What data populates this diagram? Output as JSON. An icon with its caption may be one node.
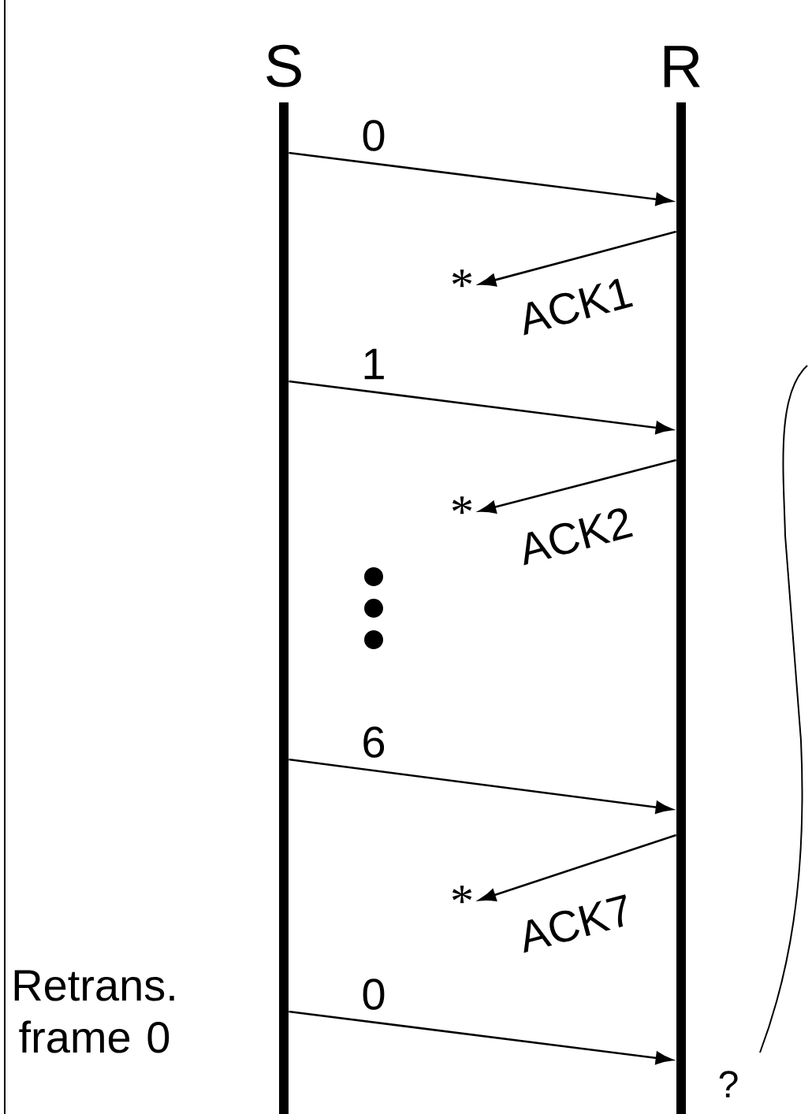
{
  "diagram": {
    "nodes": [
      {
        "text": [
          "S"
        ]
      },
      {
        "text": [
          "R"
        ]
      },
      {
        "text": [
          "*"
        ]
      },
      {
        "text": [
          "*"
        ]
      },
      {
        "text": [
          "*"
        ]
      }
    ],
    "edges": [
      {
        "from": 0,
        "to": 1,
        "arrow": "to",
        "label": "0"
      },
      {
        "from": 1,
        "to": 2,
        "arrow": "to",
        "label": "ACK1"
      },
      {
        "from": 0,
        "to": 1,
        "arrow": "to",
        "label": "1"
      },
      {
        "from": 1,
        "to": 3,
        "arrow": "to",
        "label": "ACK2"
      },
      {
        "from": 0,
        "to": 1,
        "arrow": "to",
        "label": "6"
      },
      {
        "from": 1,
        "to": 4,
        "arrow": "to",
        "label": "ACK7"
      },
      {
        "from": 0,
        "to": 1,
        "arrow": "to",
        "label": "0"
      }
    ],
    "labels": [
      "Retrans. frame 0",
      "?"
    ]
  }
}
